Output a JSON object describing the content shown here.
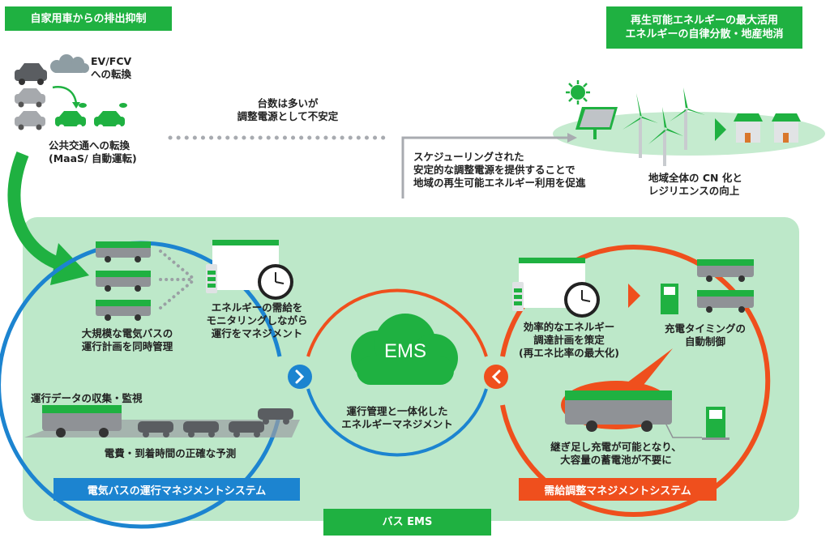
{
  "colors": {
    "green": "#1fb141",
    "light_green_panel": "#bde8c9",
    "blue": "#1c84d0",
    "red": "#ef4f1d",
    "gray": "#8a8d92"
  },
  "top_left": {
    "tag": "自家用車からの排出抑制",
    "ev_label": "EV/FCV\nへの転換",
    "public_transit": "公共交通への転換\n(MaaS/ 自動運転)"
  },
  "top_right": {
    "tag": "再生可能エネルギーの最大活用\nエネルギーの自律分散・地産地消",
    "cn_label": "地域全体の CN 化と\nレジリエンスの向上"
  },
  "middle": {
    "unstable_label": "台数は多いが\n調整電源として不安定",
    "scheduled_label": "スケジューリングされた\n安定的な調整電源を提供することで\n地域の再生可能エネルギー利用を促進"
  },
  "left_circle": {
    "bus_plan": "大規模な電気バスの\n運行計画を同時管理",
    "monitoring": "エネルギーの需給を\nモニタリングしながら\n運行をマネジメント",
    "data_collection": "運行データの収集・監視",
    "prediction": "電費・到着時間の正確な予測",
    "system_label": "電気バスの運行マネジメントシステム"
  },
  "center": {
    "cloud_label": "EMS",
    "description": "運行管理と一体化した\nエネルギーマネジメント"
  },
  "right_circle": {
    "procurement": "効率的なエネルギー\n調達計画を策定\n(再エネ比率の最大化)",
    "charging_control": "充電タイミングの\n自動制御",
    "top_up": "継ぎ足し充電が可能となり、\n大容量の蓄電池が不要に",
    "system_label": "需給調整マネジメントシステム"
  },
  "footer": {
    "bus_ems": "バス EMS"
  }
}
